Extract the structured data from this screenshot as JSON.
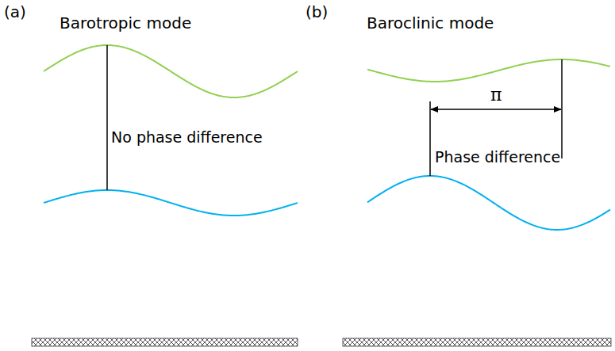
{
  "diagram": {
    "labels": [
      "(a)",
      "Barotropic mode",
      "No phase difference",
      "(b)",
      "Baroclinic mode",
      "π",
      "Phase difference"
    ]
  }
}
